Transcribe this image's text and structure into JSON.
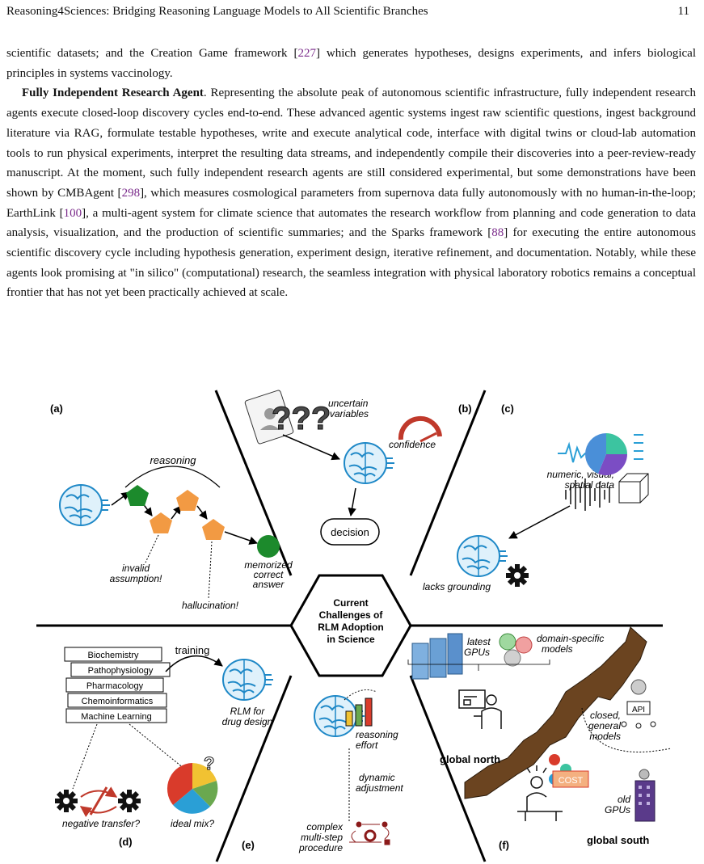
{
  "header": {
    "title": "Reasoning4Sciences: Bridging Reasoning Language Models to All Scientific Branches",
    "page_number": "11"
  },
  "body": {
    "para1": {
      "pre": "scientific datasets; and the Creation Game framework [",
      "cite1": "227",
      "post": "] which generates hypotheses, designs experiments, and infers biological principles in systems vaccinology."
    },
    "para2": {
      "heading": "Fully Independent Research Agent",
      "t1": ". Representing the absolute peak of autonomous scientific infrastructure, fully independent research agents execute closed-loop discovery cycles end-to-end. These advanced agentic systems ingest raw scientific questions, ingest background literature via RAG, formulate testable hypotheses, write and execute analytical code, interface with digital twins or cloud-lab automation tools to run physical experiments, interpret the resulting data streams, and independently compile their discoveries into a peer-review-ready manuscript. At the moment, such fully independent research agents are still considered experimental, but some demonstrations have been shown by CMBAgent [",
      "cite1": "298",
      "t2": "], which measures cosmological parameters from supernova data fully autonomously with no human-in-the-loop; EarthLink [",
      "cite2": "100",
      "t3": "], a multi-agent system for climate science that automates the research workflow from planning and code generation to data analysis, visualization, and the production of scientific summaries; and the Sparks framework [",
      "cite3": "88",
      "t4": "] for executing the entire autonomous scientific discovery cycle including hypothesis generation, experiment design, iterative refinement, and documentation. Notably, while these agents look promising at \"in silico\" (computational) research, the seamless integration with physical laboratory robotics remains a conceptual frontier that has not yet been practically achieved at scale."
    }
  },
  "figure": {
    "center": {
      "line1": "Current",
      "line2": "Challenges of",
      "line3": "RLM Adoption",
      "line4": "in Science"
    },
    "a": {
      "label": "(a)",
      "reasoning": "reasoning",
      "invalid1": "invalid",
      "invalid2": "assumption!",
      "halluc": "hallucination!",
      "mem1": "memorized",
      "mem2": "correct",
      "mem3": "answer"
    },
    "b": {
      "label": "(b)",
      "unc1": "uncertain",
      "unc2": "variables",
      "confidence": "confidence",
      "decision": "decision"
    },
    "c": {
      "label": "(c)",
      "num1": "numeric, visual,",
      "num2": "spatial data",
      "lacks": "lacks grounding"
    },
    "d": {
      "label": "(d)",
      "books": [
        "Biochemistry",
        "Pathophysiology",
        "Pharmacology",
        "Chemoinformatics",
        "Machine Learning"
      ],
      "training": "training",
      "rlm1": "RLM for",
      "rlm2": "drug design",
      "neg": "negative transfer?",
      "mix": "ideal mix?"
    },
    "e": {
      "label": "(e)",
      "eff1": "reasoning",
      "eff2": "effort",
      "dyn1": "dynamic",
      "dyn2": "adjustment",
      "cx1": "complex",
      "cx2": "multi-step",
      "cx3": "procedure"
    },
    "f": {
      "label": "(f)",
      "gpu1": "latest",
      "gpu2": "GPUs",
      "dom1": "domain-specific",
      "dom2": "models",
      "cg1": "closed,",
      "cg2": "general",
      "cg3": "models",
      "api": "API",
      "north": "global north",
      "south": "global south",
      "cost": "COST",
      "old1": "old",
      "old2": "GPUs"
    }
  },
  "colors": {
    "pentagon_green": "#1c8a2c",
    "pentagon_orange": "#f29a43",
    "brain_blue": "#2a9fd6",
    "cite": "#7a2a8a",
    "crack": "#5a3a1a"
  }
}
